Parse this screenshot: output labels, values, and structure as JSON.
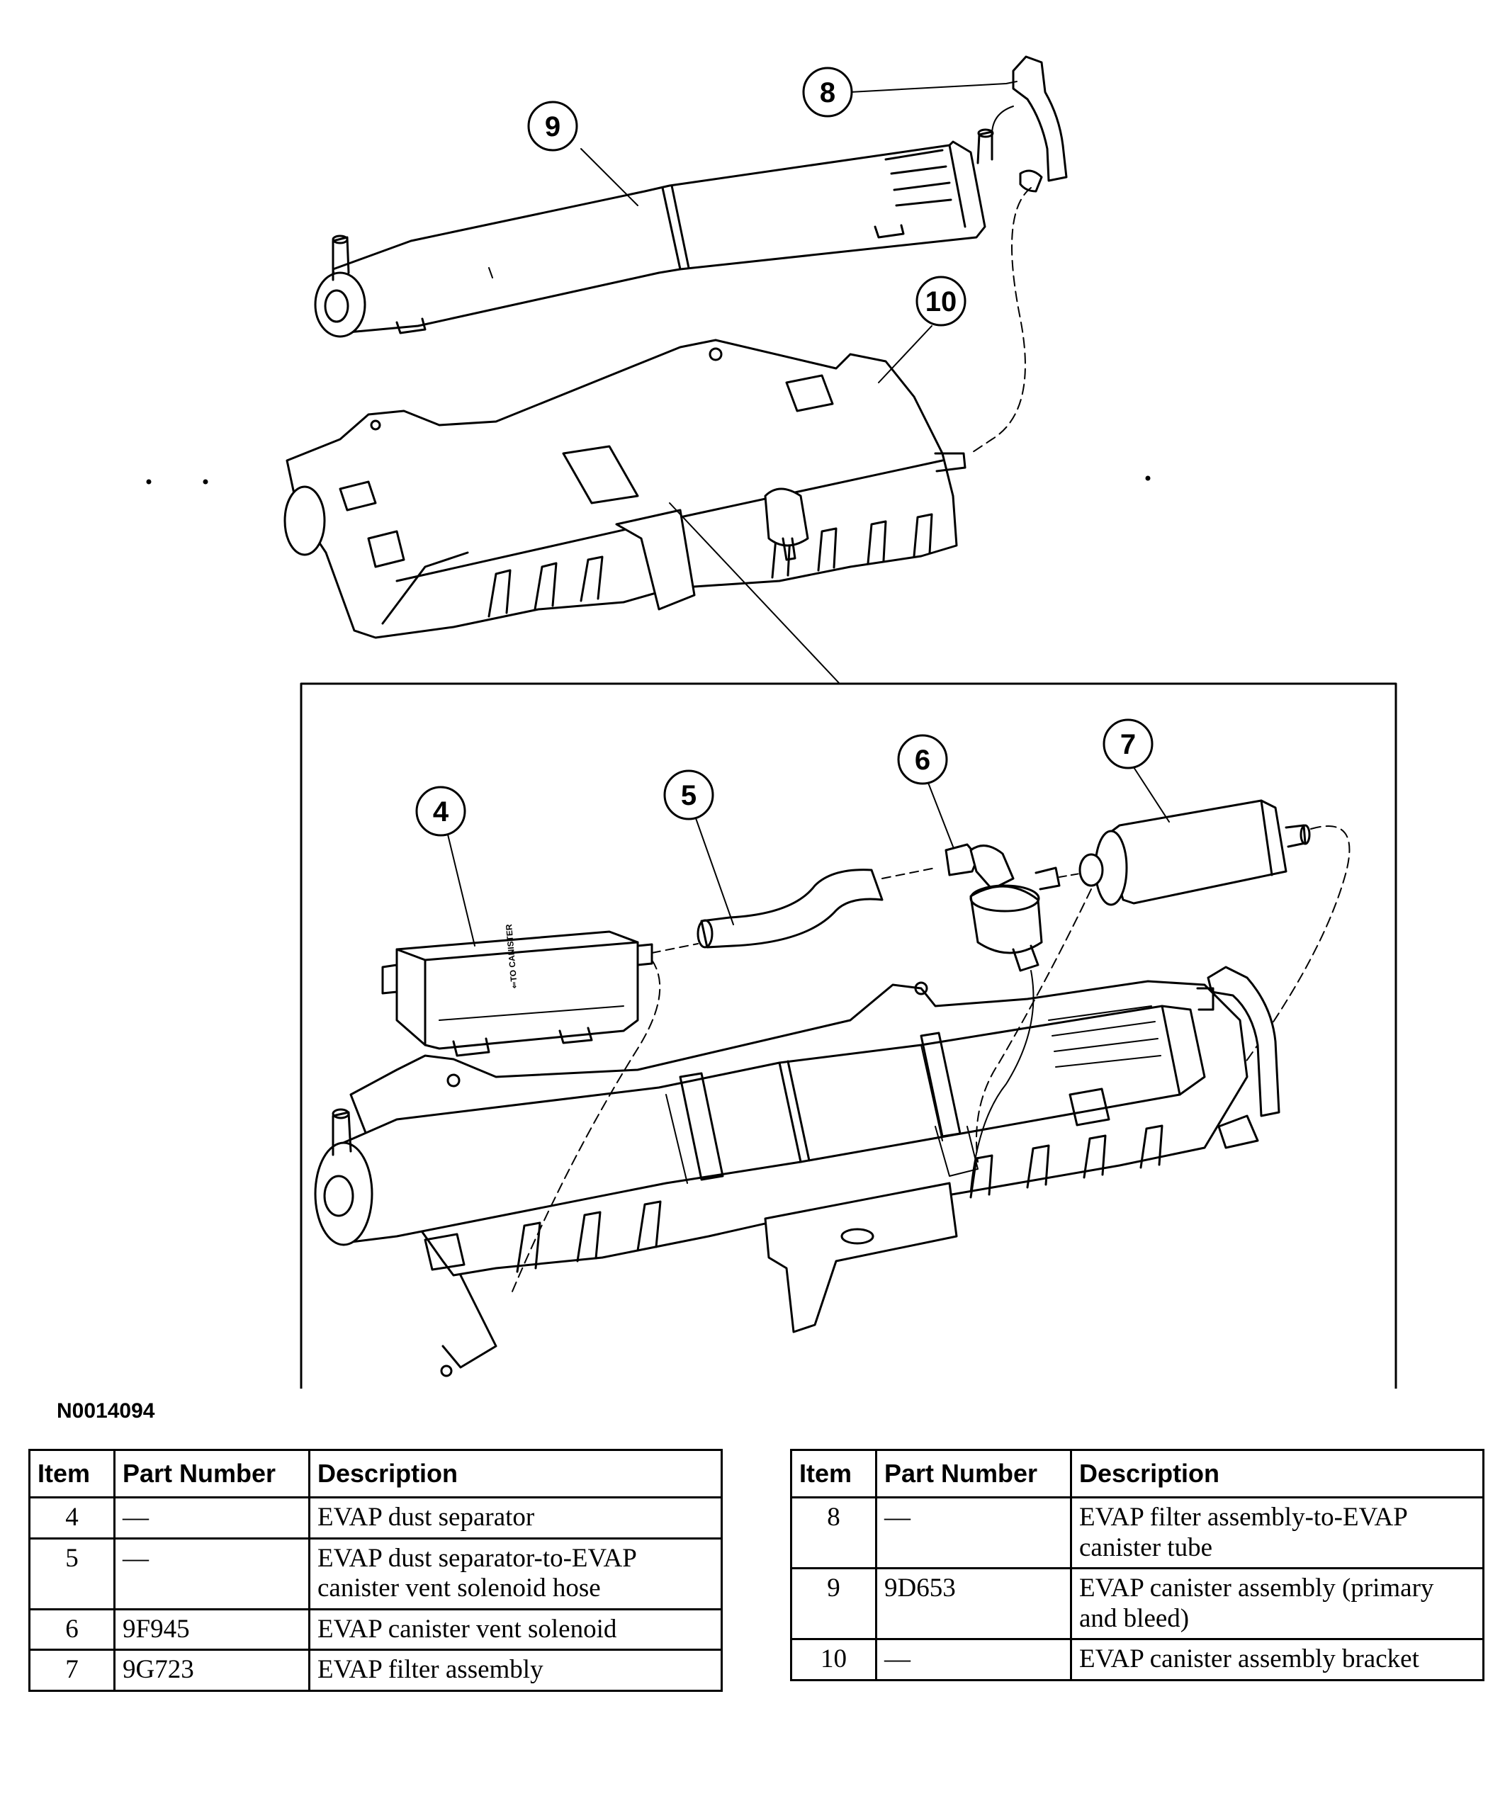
{
  "figure_id": "N0014094",
  "labels": {
    "canister_arrow_text": "⇐TO CANISTER"
  },
  "callouts": [
    "4",
    "5",
    "6",
    "7",
    "8",
    "9",
    "10"
  ],
  "tables": {
    "headers": {
      "item": "Item",
      "part_number": "Part Number",
      "description": "Description"
    },
    "left": [
      {
        "item": "4",
        "part_number": "—",
        "description": "EVAP dust separator"
      },
      {
        "item": "5",
        "part_number": "—",
        "description": "EVAP dust separator-to-EVAP canister vent solenoid hose"
      },
      {
        "item": "6",
        "part_number": "9F945",
        "description": "EVAP canister vent solenoid"
      },
      {
        "item": "7",
        "part_number": "9G723",
        "description": "EVAP filter assembly"
      }
    ],
    "right": [
      {
        "item": "8",
        "part_number": "—",
        "description": "EVAP filter assembly-to-EVAP canister tube"
      },
      {
        "item": "9",
        "part_number": "9D653",
        "description": "EVAP canister assembly (primary and bleed)"
      },
      {
        "item": "10",
        "part_number": "—",
        "description": "EVAP canister assembly bracket"
      }
    ]
  }
}
